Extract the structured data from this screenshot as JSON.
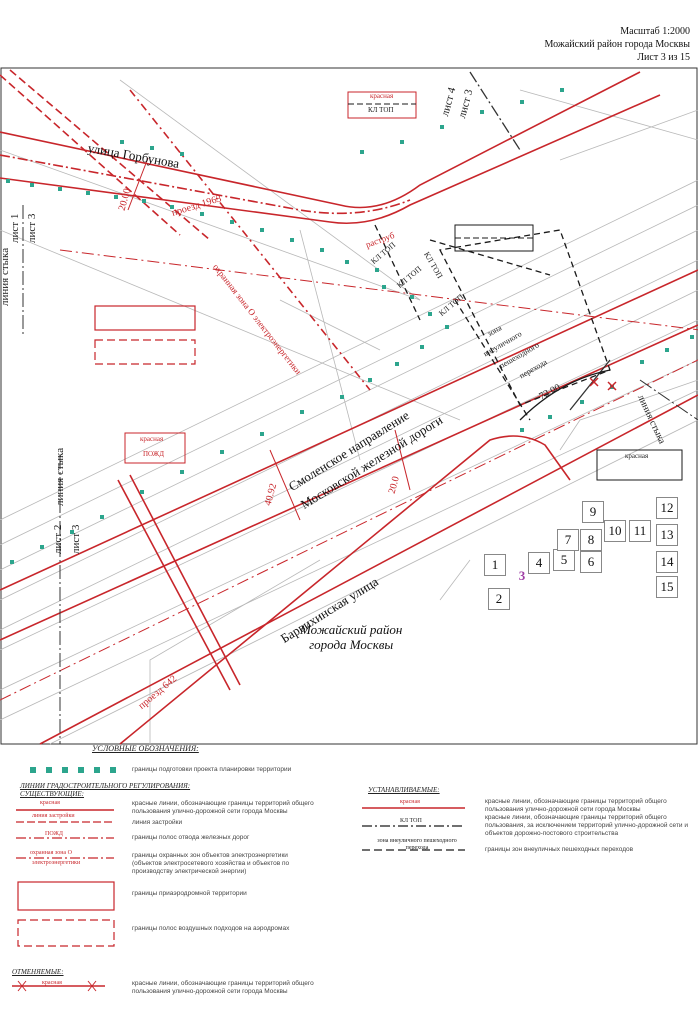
{
  "title_block": {
    "scale": "Масштаб 1:2000",
    "district": "Можайский район города Москвы",
    "sheet": "Лист 3 из 15"
  },
  "map": {
    "streets": {
      "gorbunova": "улица Горбунова",
      "proezd1963": "проезд 1963",
      "barvikhinskaya": "Барвихинская улица",
      "proezd642": "проезд 642",
      "rail_line1": "Смоленское направление",
      "rail_line2": "Московской железной дороги"
    },
    "dimensions": {
      "d1": "20.00",
      "d2": "40.92",
      "d3": "20.0",
      "d4": "72.00"
    },
    "annotations": {
      "kl_top_a": "КЛ ТОП",
      "kl_top_b": "КЛ ТОП",
      "kl_top_c": "КЛ ТОП",
      "kl_top_d": "КЛ ТОП",
      "raztrub": "раструб",
      "okhrannaya": "охранная зона О электроэнергетики",
      "zona_line1": "зона",
      "zona_line2": "внеуличного",
      "zona_line3": "пешеходного",
      "zona_line4": "перехода",
      "krasnaya": "красная",
      "kl_top_box": "КЛ ТОП",
      "pozhd": "ПОЖД",
      "krasnaya2": "красная",
      "krasnaya3": "красная"
    },
    "sheet_labels": {
      "linia_styka_1": "линия стыка",
      "list1": "лист 1",
      "list3a": "лист 3",
      "list4": "лист 4",
      "list3b": "лист 3",
      "linia_styka_2": "линия стыка",
      "list2": "лист 2",
      "list3c": "лист 3",
      "linia_styka_3": "линия стыка"
    },
    "district_label_line1": "Можайский район",
    "district_label_line2": "города Москвы"
  },
  "sheet_index": [
    "1",
    "2",
    "3",
    "4",
    "5",
    "6",
    "7",
    "8",
    "9",
    "10",
    "11",
    "12",
    "13",
    "14",
    "15"
  ],
  "current_sheet": "3",
  "legend": {
    "title": "УСЛОВНЫЕ ОБОЗНАЧЕНИЯ:",
    "boundary_desc": "границы подготовки проекта планировки территории",
    "lines_head": "ЛИНИИ ГРАДОСТРОИТЕЛЬНОГО РЕГУЛИРОВАНИЯ:",
    "existing_head": "СУЩЕСТВУЮЩИЕ:",
    "established_head": "УСТАНАВЛИВАЕМЫЕ:",
    "cancelled_head": "ОТМЕНЯЕМЫЕ:",
    "items_left": [
      {
        "sample": "красная",
        "sample2": "линия застройки",
        "desc": "красные линии, обозначающие границы территорий общего пользования улично-дорожной сети города Москвы"
      },
      {
        "sample": "",
        "sample2": "",
        "desc": "линия застройки"
      },
      {
        "sample": "ПОЖД",
        "sample2": "",
        "desc": "границы полос отвода железных дорог"
      },
      {
        "sample": "охранная зона О",
        "sample2": "электроэнергетики",
        "desc": "границы охранных зон объектов электроэнергетики (объектов электросетевого хозяйства и объектов по производству электрической энергии)"
      },
      {
        "sample": "",
        "sample2": "",
        "desc": "границы приаэродромной территории"
      },
      {
        "sample": "",
        "sample2": "",
        "desc": "границы полос воздушных подходов на аэродромах"
      }
    ],
    "items_right": [
      {
        "sample": "красная",
        "desc": "красные линии, обозначающие границы территорий общего пользования улично-дорожной сети города Москвы"
      },
      {
        "sample": "КЛ ТОП",
        "desc": "красные линии, обозначающие границы территорий общего пользования, за исключением территорий улично-дорожной сети и объектов дорожно-постового строительства"
      },
      {
        "sample": "зона внеуличного пешеходного перехода",
        "desc": "границы зон внеуличных пешеходных переходов"
      }
    ],
    "cancelled_item": {
      "sample": "красная",
      "desc": "красные линии, обозначающие границы территорий общего пользования улично-дорожной сети города Москвы"
    }
  },
  "colors": {
    "red_line": "#c8262b",
    "teal_marker": "#2ca58d",
    "black_line": "#1a1a1a",
    "gray_background": "#b5b5b5"
  }
}
